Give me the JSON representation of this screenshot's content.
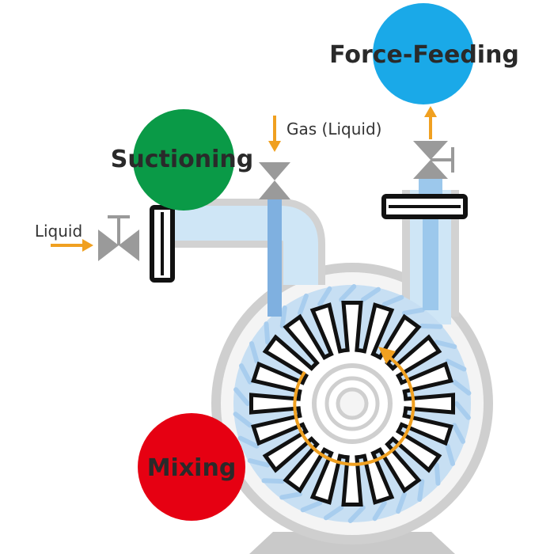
{
  "labels": {
    "force_feeding": "Force-Feeding",
    "suctioning": "Suctioning",
    "mixing": "Mixing",
    "liquid": "Liquid",
    "gas_liquid": "Gas (Liquid)"
  },
  "colors": {
    "force_feeding": "#1aa9e8",
    "suctioning": "#0a9a47",
    "mixing": "#e60012",
    "arrow": "#f0a020",
    "pipe_fill": "#cfe6f6",
    "pipe_inner": "#7fb0e0",
    "casing": "#d7d7d7",
    "valve": "#9a9a9a",
    "flange": "#222222"
  },
  "impeller": {
    "blade_count": 20
  }
}
